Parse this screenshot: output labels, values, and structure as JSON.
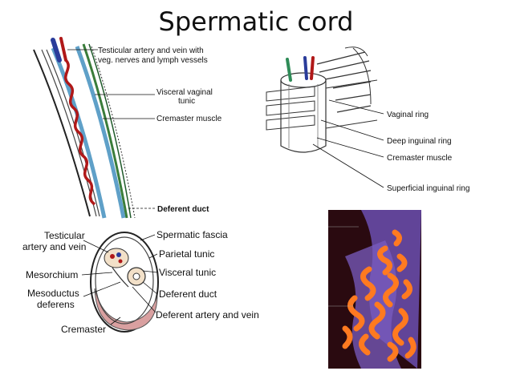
{
  "slide": {
    "title": "Spermatic cord"
  },
  "diagram_longitudinal": {
    "labels": {
      "testicular_artery_line1": "Testicular artery and vein with",
      "testicular_artery_line2": "veg. nerves and lymph vessels",
      "visceral_vaginal_line1": "Visceral vaginal",
      "visceral_vaginal_line2": "tunic",
      "cremaster_muscle": "Cremaster muscle",
      "deferent_duct": "Deferent duct"
    }
  },
  "diagram_inguinal": {
    "labels": {
      "vaginal_ring": "Vaginal ring",
      "deep_inguinal_ring": "Deep inguinal ring",
      "cremaster_muscle": "Cremaster muscle",
      "superficial_inguinal_ring": "Superficial inguinal ring"
    }
  },
  "diagram_cross_section": {
    "labels": {
      "testicular_line1": "Testicular",
      "testicular_line2": "artery and vein",
      "mesorchium": "Mesorchium",
      "mesoductus_line1": "Mesoductus",
      "mesoductus_line2": "deferens",
      "cremaster": "Cremaster",
      "spermatic_fascia": "Spermatic fascia",
      "parietal_tunic": "Parietal tunic",
      "visceral_tunic": "Visceral tunic",
      "deferent_duct": "Deferent duct",
      "deferent_artery_vein": "Deferent artery and vein"
    }
  },
  "colors": {
    "artery": "#b01818",
    "vein": "#2a3c9a",
    "nerve": "#2e8b57",
    "tunic": "#5fa0c8",
    "deferent": "#3a7d3a",
    "photo_bg": "#2a0a10",
    "photo_vessel": "#6b4fb0",
    "photo_tissue": "#ff7a20"
  }
}
